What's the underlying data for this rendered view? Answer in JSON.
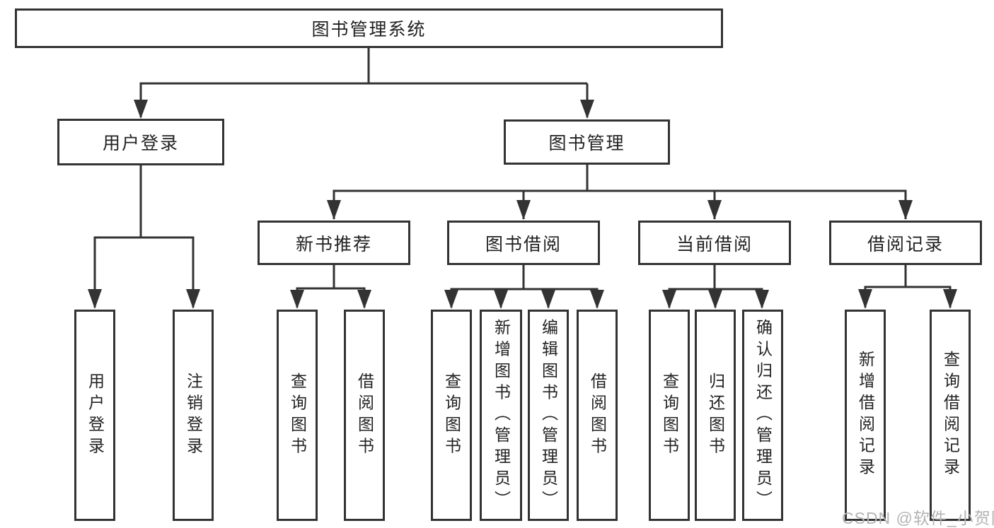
{
  "diagram_title": "图书管理系统",
  "root": {
    "label": "图书管理系统"
  },
  "branches": [
    {
      "label": "用户登录",
      "parent": "图书管理系统"
    },
    {
      "label": "图书管理",
      "parent": "图书管理系统"
    }
  ],
  "modules": [
    {
      "label": "新书推荐",
      "parent": "图书管理"
    },
    {
      "label": "图书借阅",
      "parent": "图书管理"
    },
    {
      "label": "当前借阅",
      "parent": "图书管理"
    },
    {
      "label": "借阅记录",
      "parent": "图书管理"
    }
  ],
  "leaves": [
    {
      "label": "用户登录",
      "parent": "用户登录"
    },
    {
      "label": "注销登录",
      "parent": "用户登录"
    },
    {
      "label": "查询图书",
      "parent": "新书推荐"
    },
    {
      "label": "借阅图书",
      "parent": "新书推荐"
    },
    {
      "label": "查询图书",
      "parent": "图书借阅"
    },
    {
      "label": "新增图书（管理员）",
      "parent": "图书借阅"
    },
    {
      "label": "编辑图书（管理员）",
      "parent": "图书借阅"
    },
    {
      "label": "借阅图书",
      "parent": "图书借阅"
    },
    {
      "label": "查询图书",
      "parent": "当前借阅"
    },
    {
      "label": "归还图书",
      "parent": "当前借阅"
    },
    {
      "label": "确认归还（管理员）",
      "parent": "当前借阅"
    },
    {
      "label": "新增借阅记录",
      "parent": "借阅记录"
    },
    {
      "label": "查询借阅记录",
      "parent": "借阅记录"
    }
  ],
  "watermark": {
    "text": "CSDN @软件_小贺同学"
  },
  "colors": {
    "line": "#333333",
    "box_border": "#333333",
    "text": "#222222",
    "watermark": "#b3b3b3",
    "background": "#ffffff"
  }
}
